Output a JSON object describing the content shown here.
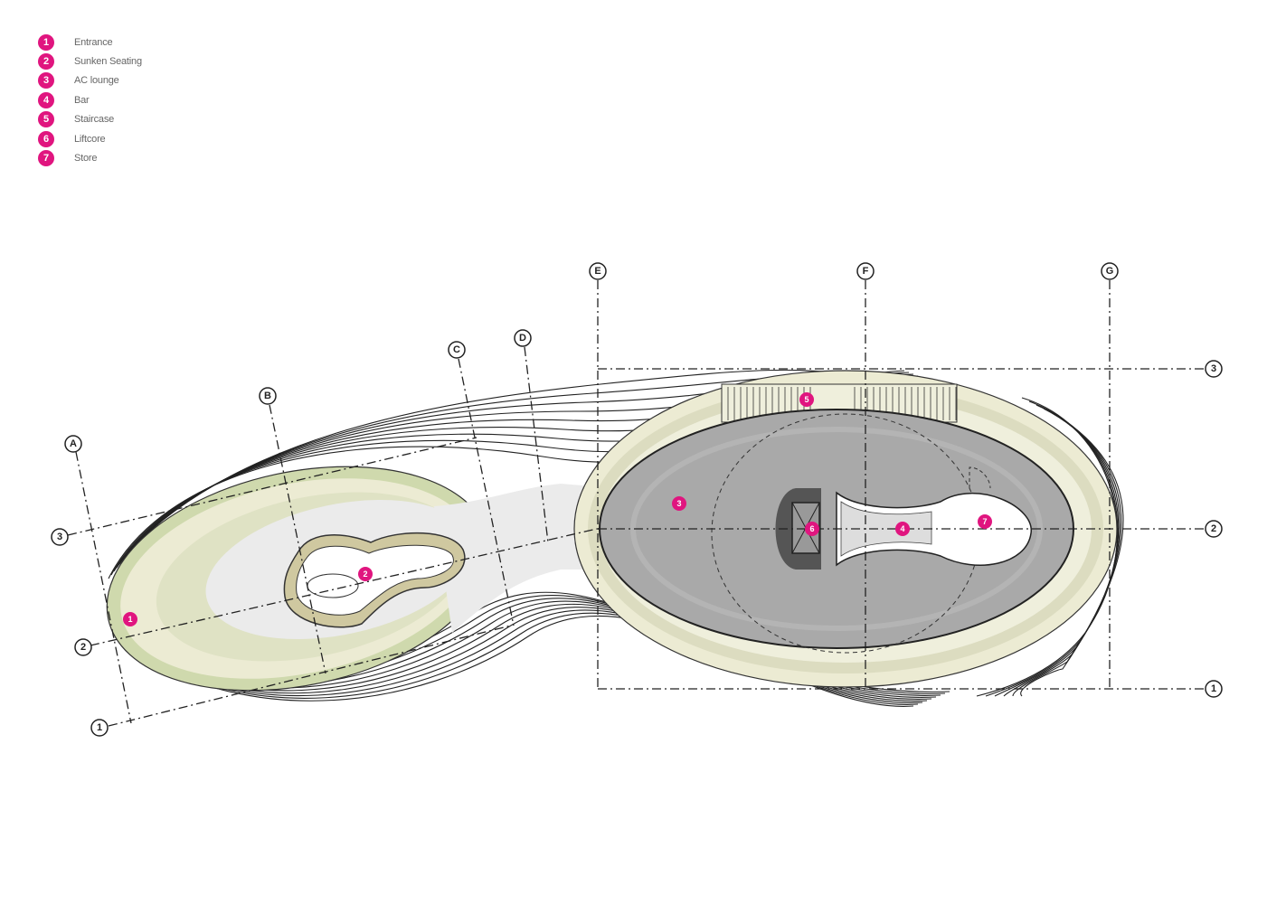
{
  "legend": [
    {
      "num": "1",
      "label": "Entrance"
    },
    {
      "num": "2",
      "label": "Sunken Seating"
    },
    {
      "num": "3",
      "label": "AC lounge"
    },
    {
      "num": "4",
      "label": "Bar"
    },
    {
      "num": "5",
      "label": "Staircase"
    },
    {
      "num": "6",
      "label": "Liftcore"
    },
    {
      "num": "7",
      "label": "Store"
    }
  ],
  "grid_labels": {
    "columns": [
      "A",
      "B",
      "C",
      "D",
      "E",
      "F",
      "G"
    ],
    "rows_left": [
      "3",
      "2",
      "1"
    ],
    "rows_right": [
      "3",
      "2",
      "1"
    ]
  },
  "markers": [
    "1",
    "2",
    "3",
    "4",
    "5",
    "6",
    "7"
  ],
  "colors": {
    "marker": "#e0157f",
    "floor_grey": "#a9a9a9",
    "ring_cream": "#ecebd3",
    "ring_green": "#cfd9ad"
  }
}
